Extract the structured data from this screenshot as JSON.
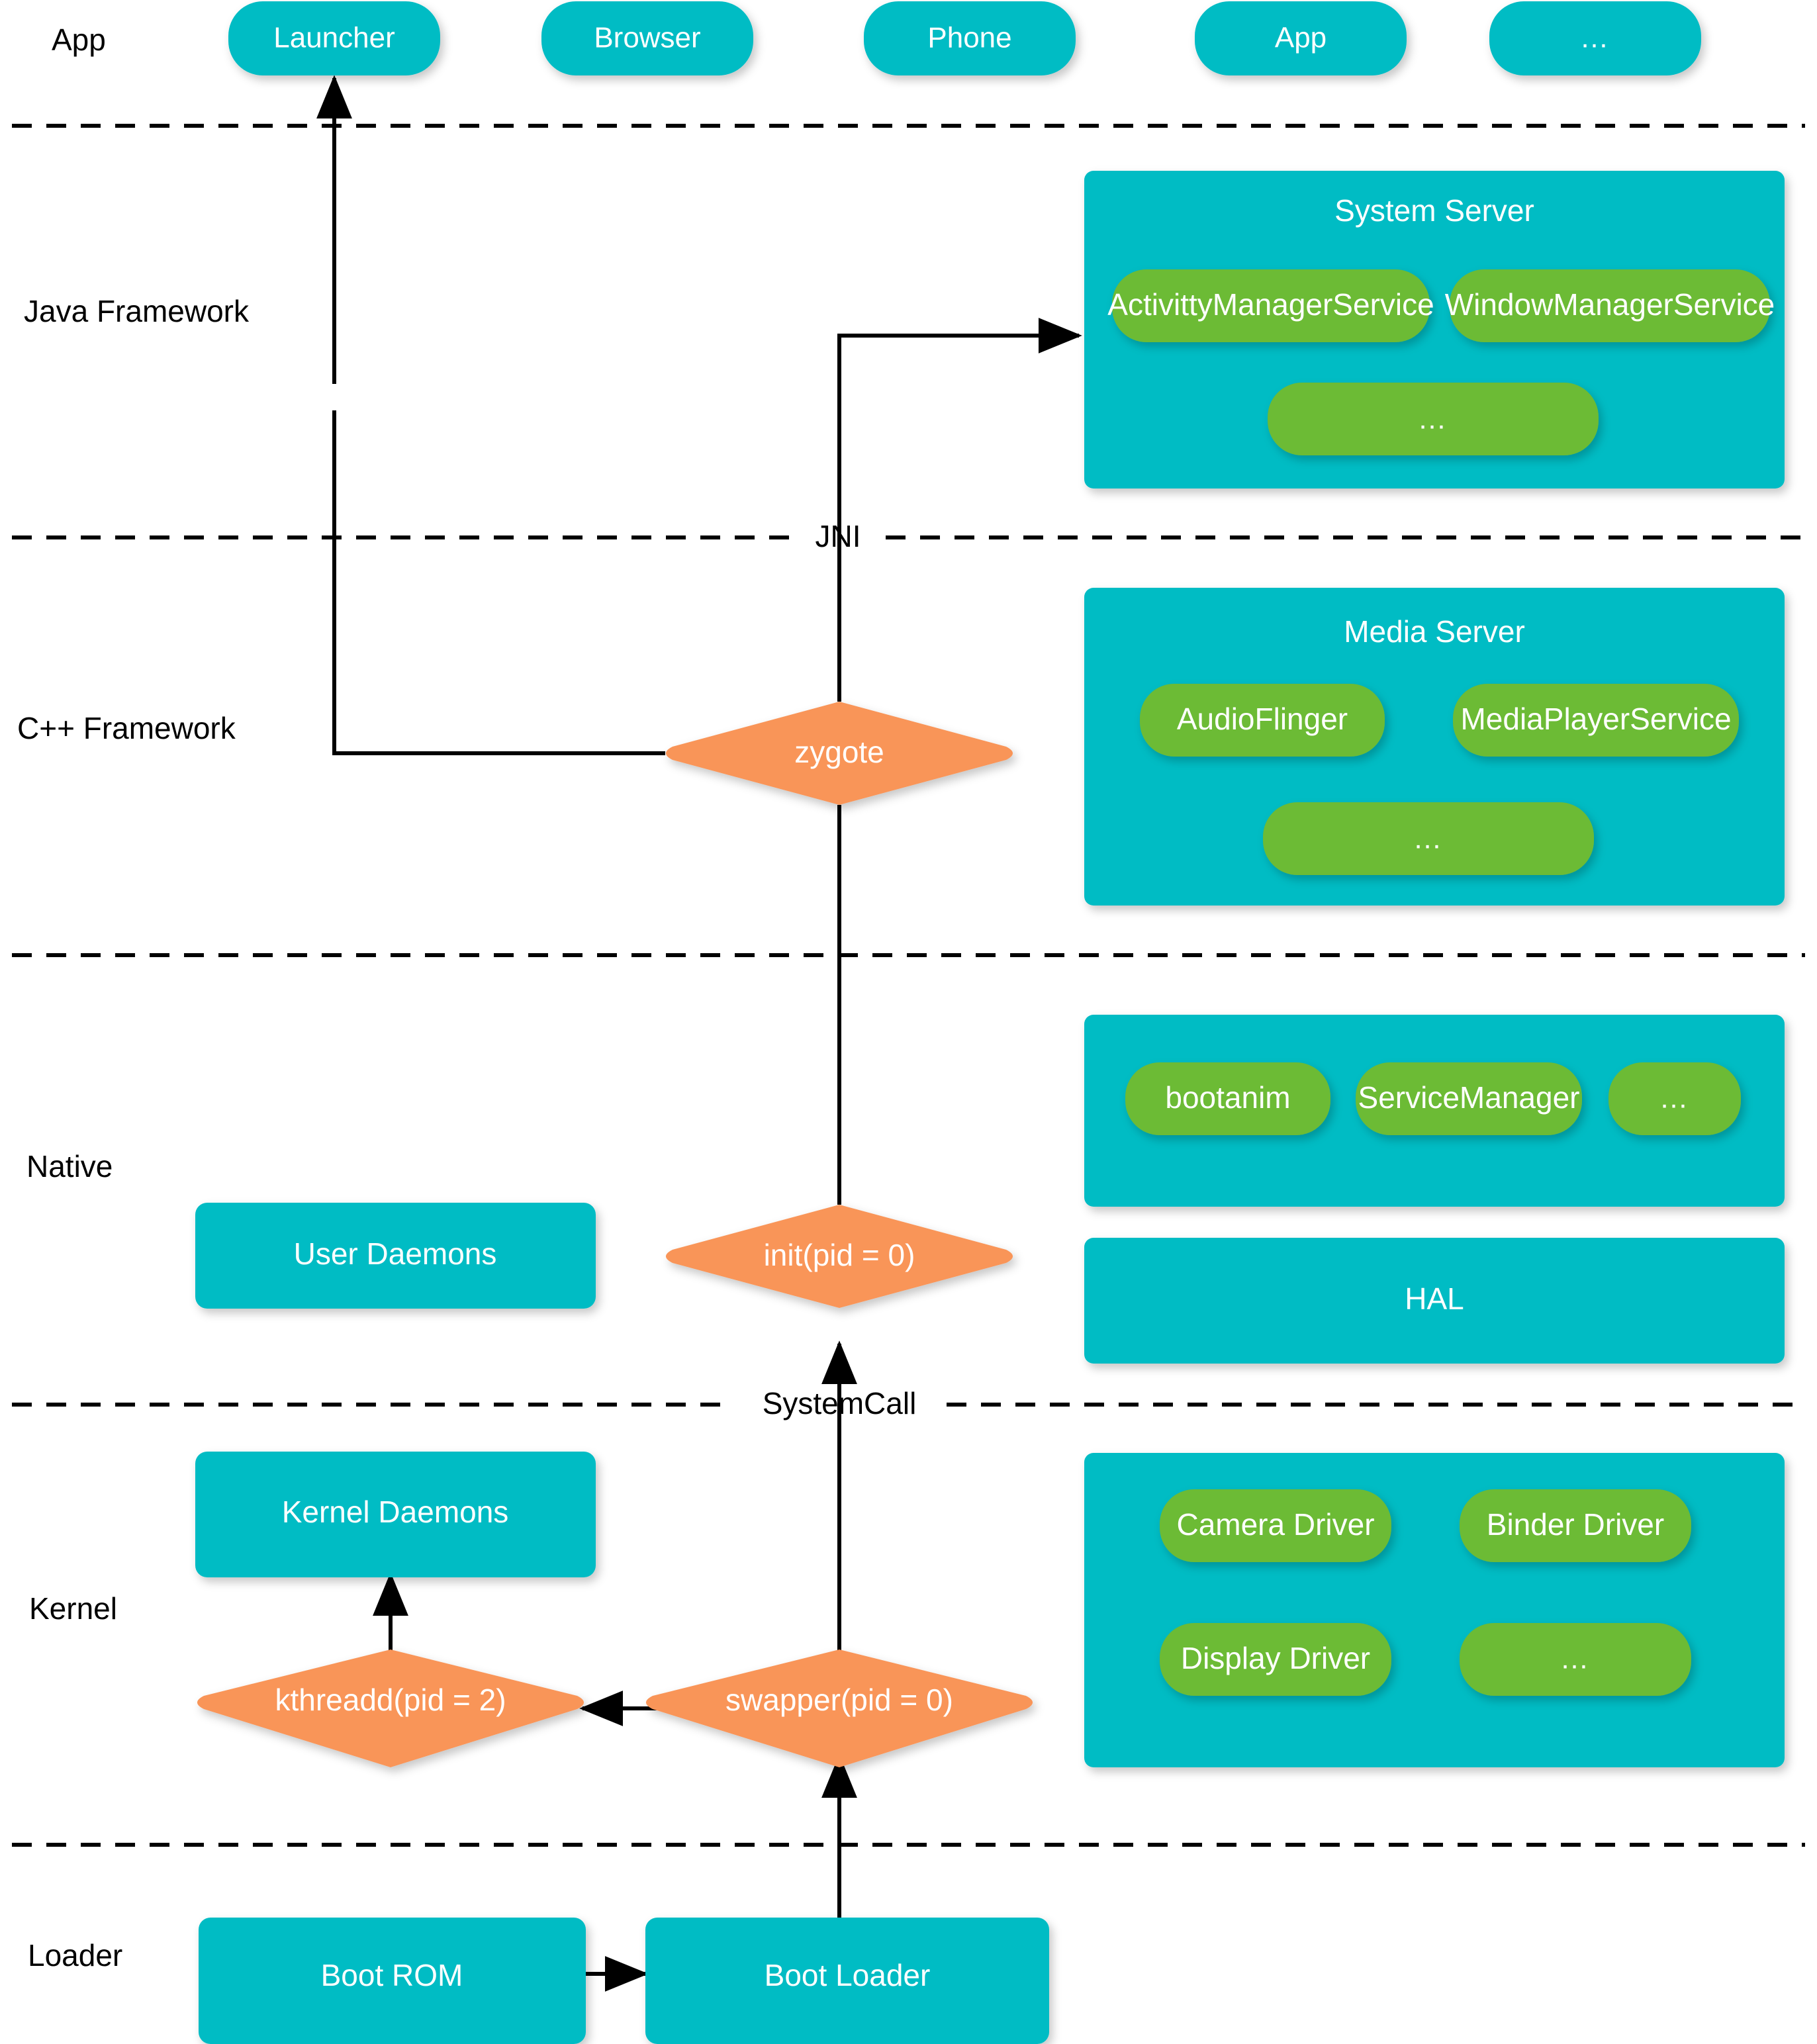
{
  "diagram": {
    "title": "Android Boot / Process Startup Architecture",
    "colors": {
      "teal": "#00BCC4",
      "green": "#6CBB36",
      "orange": "#F99559",
      "line": "#000000",
      "background": "#FFFFFF",
      "text_on_shape": "#FFFFFF",
      "text_plain": "#000000"
    }
  },
  "layer_labels": [
    {
      "id": "app",
      "text": "App"
    },
    {
      "id": "java-fw",
      "text": "Java Framework"
    },
    {
      "id": "cpp-fw",
      "text": "C++ Framework"
    },
    {
      "id": "native",
      "text": "Native"
    },
    {
      "id": "kernel",
      "text": "Kernel"
    },
    {
      "id": "loader",
      "text": "Loader"
    }
  ],
  "separators": [
    {
      "id": "app-java",
      "label": ""
    },
    {
      "id": "java-cpp",
      "label": "JNI"
    },
    {
      "id": "cpp-native",
      "label": ""
    },
    {
      "id": "native-kernel",
      "label": "SystemCall"
    },
    {
      "id": "kernel-loader",
      "label": ""
    }
  ],
  "app_row": {
    "items": [
      {
        "label": "Launcher"
      },
      {
        "label": "Browser"
      },
      {
        "label": "Phone"
      },
      {
        "label": "App"
      },
      {
        "label": "…"
      }
    ]
  },
  "system_server": {
    "title": "System Server",
    "services": [
      {
        "label": "ActivittyManagerService"
      },
      {
        "label": "WindowManagerService"
      },
      {
        "label": "…"
      }
    ]
  },
  "media_server": {
    "title": "Media Server",
    "services": [
      {
        "label": "AudioFlinger"
      },
      {
        "label": "MediaPlayerService"
      },
      {
        "label": "…"
      }
    ]
  },
  "native_services": {
    "items": [
      {
        "label": "bootanim"
      },
      {
        "label": "ServiceManager"
      },
      {
        "label": "…"
      }
    ]
  },
  "hal": {
    "label": "HAL"
  },
  "kernel_drivers": {
    "items": [
      {
        "label": "Camera Driver"
      },
      {
        "label": "Binder Driver"
      },
      {
        "label": "Display Driver"
      },
      {
        "label": "…"
      }
    ]
  },
  "process_nodes": [
    {
      "id": "zygote",
      "label": "zygote"
    },
    {
      "id": "init",
      "label": "init(pid = 0)"
    },
    {
      "id": "kthreadd",
      "label": "kthreadd(pid = 2)"
    },
    {
      "id": "swapper",
      "label": "swapper(pid = 0)"
    }
  ],
  "daemon_boxes": [
    {
      "id": "user-daemons",
      "label": "User Daemons"
    },
    {
      "id": "kernel-daemons",
      "label": "Kernel Daemons"
    }
  ],
  "loader_boxes": [
    {
      "id": "boot-rom",
      "label": "Boot ROM"
    },
    {
      "id": "boot-loader",
      "label": "Boot Loader"
    }
  ]
}
